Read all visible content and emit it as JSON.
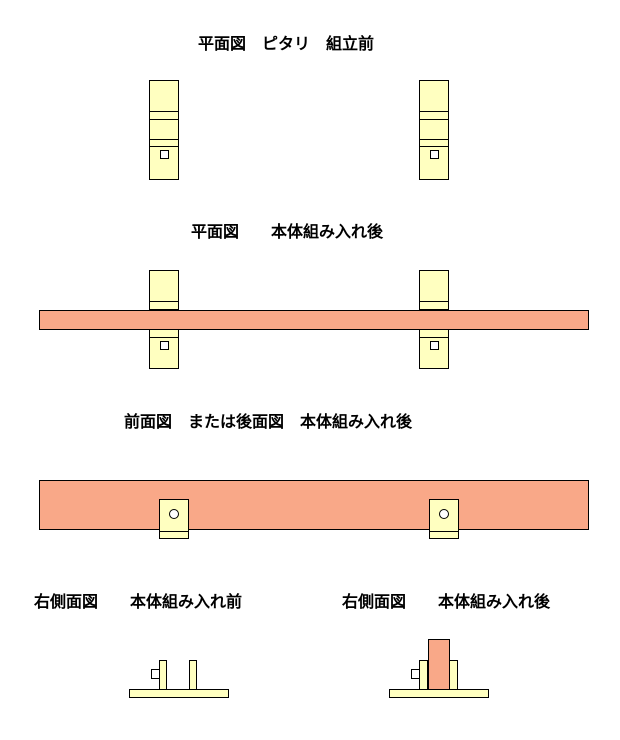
{
  "titles": {
    "plan_before": "平面図　ピタリ　組立前",
    "plan_after": "平面図　　本体組み入れ後",
    "front_after": "前面図　または後面図　本体組み入れ後",
    "right_before": "右側面図　　本体組み入れ前",
    "right_after": "右側面図　　本体組み入れ後"
  },
  "colors": {
    "bracket": "#ffffc0",
    "body": "#f9a888",
    "outline": "#000000"
  }
}
